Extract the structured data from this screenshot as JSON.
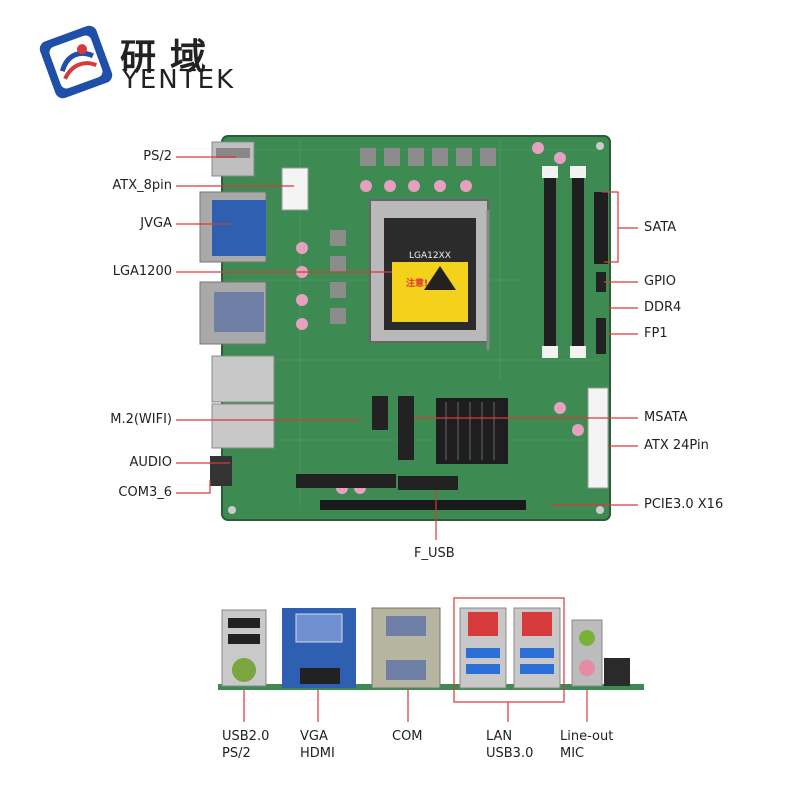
{
  "brand": {
    "name_cn": "研域",
    "name_en": "YENTEK"
  },
  "board_labels": {
    "left": [
      "PS/2",
      "ATX_8pin",
      "JVGA",
      "LGA1200",
      "M.2(WIFI)",
      "AUDIO",
      "COM3_6"
    ],
    "right": [
      "SATA",
      "GPIO",
      "DDR4",
      "FP1",
      "MSATA",
      "ATX 24Pin",
      "PCIE3.0 X16"
    ],
    "bottom": "F_USB",
    "socket_text": "LGA12XX",
    "warning_text": "注意!"
  },
  "io_labels": [
    {
      "line1": "USB2.0",
      "line2": "PS/2"
    },
    {
      "line1": "VGA",
      "line2": "HDMI"
    },
    {
      "line1": "COM",
      "line2": ""
    },
    {
      "line1": "LAN",
      "line2": "USB3.0"
    },
    {
      "line1": "Line-out",
      "line2": "MIC"
    }
  ],
  "colors": {
    "pcb": "#3d8a52",
    "pcb_dark": "#2e6e40",
    "vga_blue": "#2f5fb0",
    "accent_red": "#d63a3a",
    "callout": "#d63a3a"
  }
}
